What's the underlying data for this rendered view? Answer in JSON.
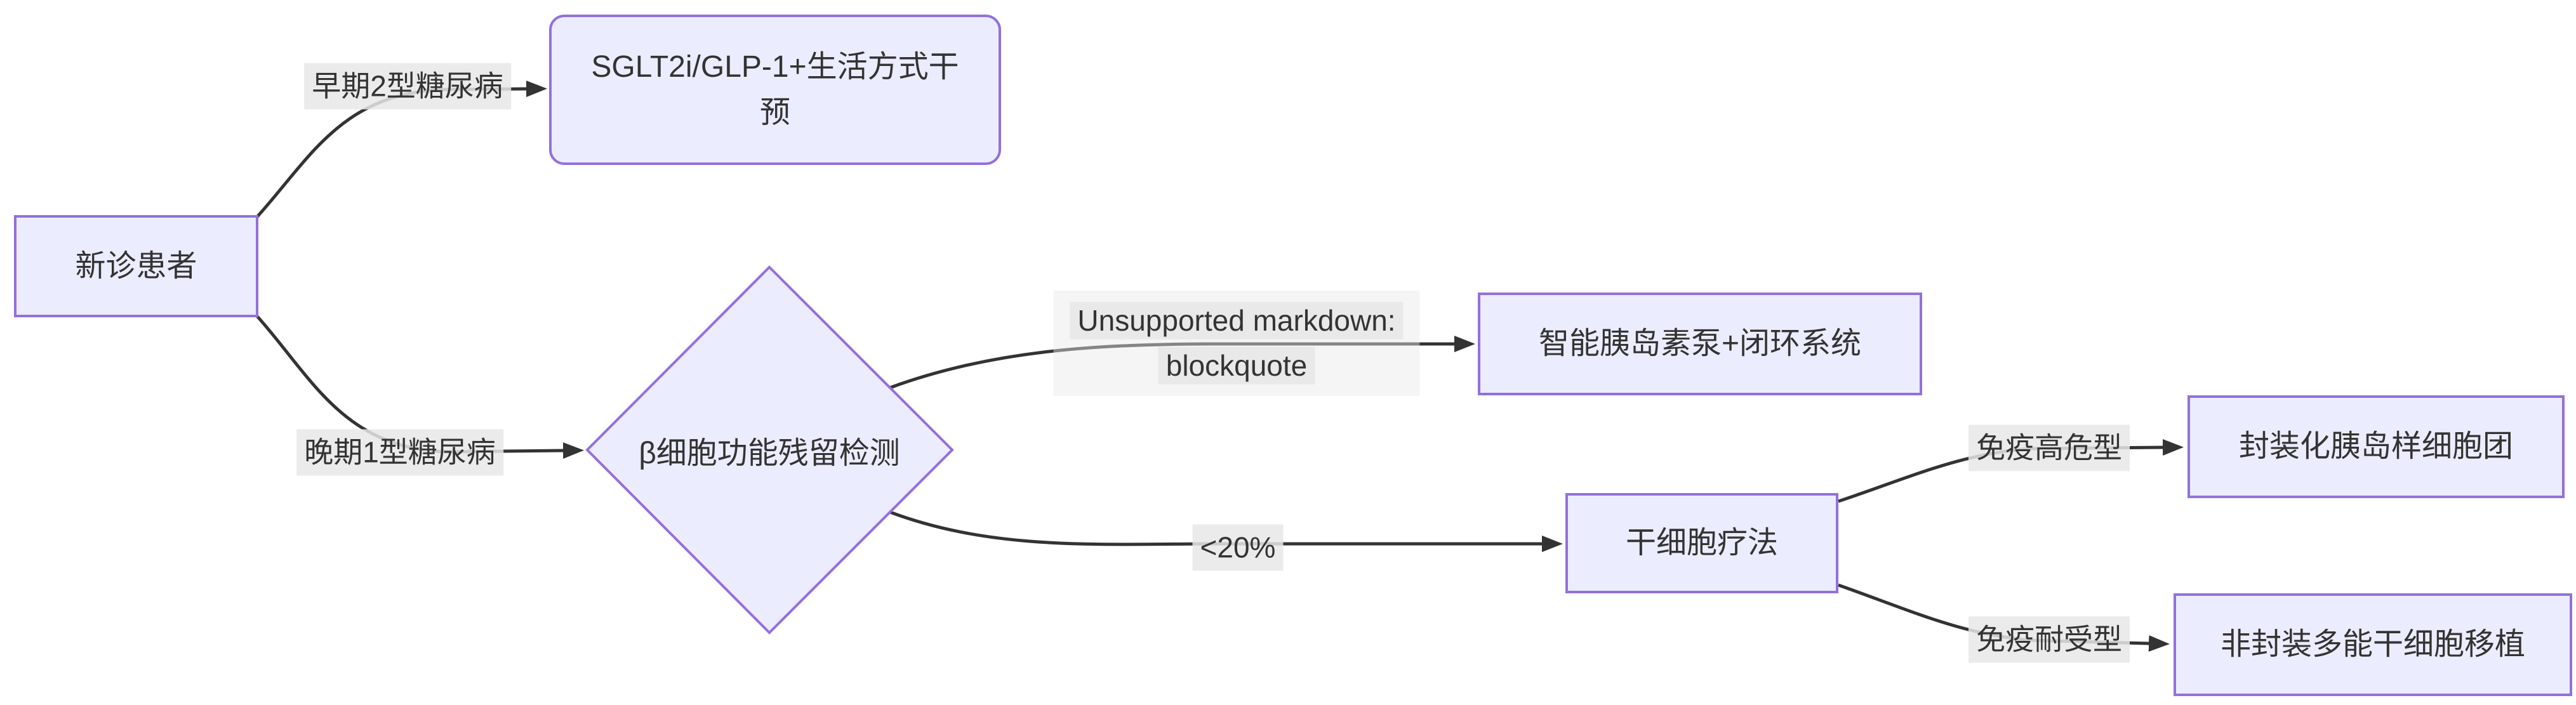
{
  "diagram": {
    "type": "flowchart",
    "direction": "left-to-right",
    "colors": {
      "background": "#ffffff",
      "node_fill": "#ECECFF",
      "node_border": "#9370DB",
      "edge_line": "#333333",
      "edge_label_bg": "#e8e8e8",
      "text": "#333333"
    },
    "nodes": [
      {
        "id": "new-patient",
        "shape": "rectangle",
        "label": "新诊患者"
      },
      {
        "id": "sglt2i-glp1",
        "shape": "rounded",
        "label": "SGLT2i/GLP-1+生活方式干预"
      },
      {
        "id": "beta-cell-test",
        "shape": "diamond",
        "label": "β细胞功能残留检测"
      },
      {
        "id": "smart-insulin-pump",
        "shape": "rectangle",
        "label": "智能胰岛素泵+闭环系统"
      },
      {
        "id": "stem-cell-therapy",
        "shape": "rectangle",
        "label": "干细胞疗法"
      },
      {
        "id": "encapsulated-islet",
        "shape": "rectangle",
        "label": "封装化胰岛样细胞团"
      },
      {
        "id": "non-encapsulated",
        "shape": "rectangle",
        "label": "非封装多能干细胞移植"
      }
    ],
    "edges": [
      {
        "from": "new-patient",
        "to": "sglt2i-glp1",
        "label": "早期2型糖尿病"
      },
      {
        "from": "new-patient",
        "to": "beta-cell-test",
        "label": "晚期1型糖尿病"
      },
      {
        "from": "beta-cell-test",
        "to": "smart-insulin-pump",
        "label_lines": [
          "Unsupported markdown:",
          "blockquote"
        ]
      },
      {
        "from": "beta-cell-test",
        "to": "stem-cell-therapy",
        "label": "<20%"
      },
      {
        "from": "stem-cell-therapy",
        "to": "encapsulated-islet",
        "label": "免疫高危型"
      },
      {
        "from": "stem-cell-therapy",
        "to": "non-encapsulated",
        "label": "免疫耐受型"
      }
    ]
  }
}
